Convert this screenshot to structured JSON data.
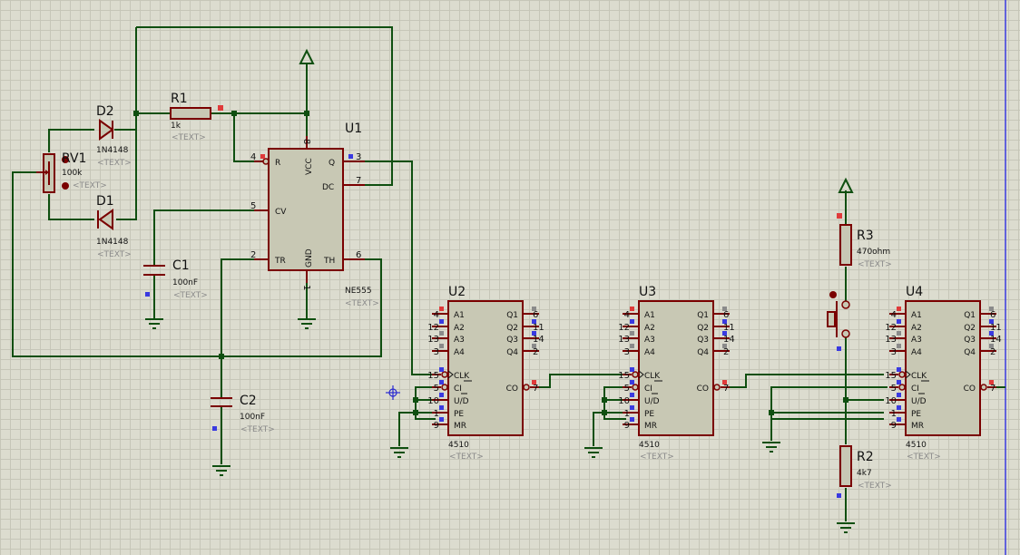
{
  "components": {
    "rv1": {
      "ref": "RV1",
      "value": "100k",
      "text": "<TEXT>"
    },
    "d2": {
      "ref": "D2",
      "value": "1N4148",
      "text": "<TEXT>"
    },
    "d1": {
      "ref": "D1",
      "value": "1N4148",
      "text": "<TEXT>"
    },
    "r1": {
      "ref": "R1",
      "value": "1k",
      "text": "<TEXT>"
    },
    "u1": {
      "ref": "U1",
      "value": "NE555",
      "text": "<TEXT>",
      "pins": [
        "R",
        "CV",
        "TR",
        "Q",
        "DC",
        "TH",
        "VCC",
        "GND"
      ],
      "pin_numbers": [
        "4",
        "5",
        "2",
        "3",
        "7",
        "6",
        "8",
        "1"
      ]
    },
    "c1": {
      "ref": "C1",
      "value": "100nF",
      "text": "<TEXT>"
    },
    "c2": {
      "ref": "C2",
      "value": "100nF",
      "text": "<TEXT>"
    },
    "r3": {
      "ref": "R3",
      "value": "470ohm",
      "text": "<TEXT>"
    },
    "r2": {
      "ref": "R2",
      "value": "4k7",
      "text": "<TEXT>"
    }
  },
  "counters": [
    {
      "ref": "U2",
      "value": "4510",
      "text": "<TEXT>"
    },
    {
      "ref": "U3",
      "value": "4510",
      "text": "<TEXT>"
    },
    {
      "ref": "U4",
      "value": "4510",
      "text": "<TEXT>"
    }
  ],
  "counter_pins": {
    "left": [
      {
        "name": "A1",
        "num": "4"
      },
      {
        "name": "A2",
        "num": "12"
      },
      {
        "name": "A3",
        "num": "13"
      },
      {
        "name": "A4",
        "num": "3"
      },
      {
        "name": "CLK",
        "num": "15"
      },
      {
        "name": "CI",
        "num": "5"
      },
      {
        "name": "U/D",
        "num": "10"
      },
      {
        "name": "PE",
        "num": "1"
      },
      {
        "name": "MR",
        "num": "9"
      }
    ],
    "right": [
      {
        "name": "Q1",
        "num": "6"
      },
      {
        "name": "Q2",
        "num": "11"
      },
      {
        "name": "Q3",
        "num": "14"
      },
      {
        "name": "Q4",
        "num": "2"
      },
      {
        "name": "CO",
        "num": "7"
      }
    ]
  }
}
